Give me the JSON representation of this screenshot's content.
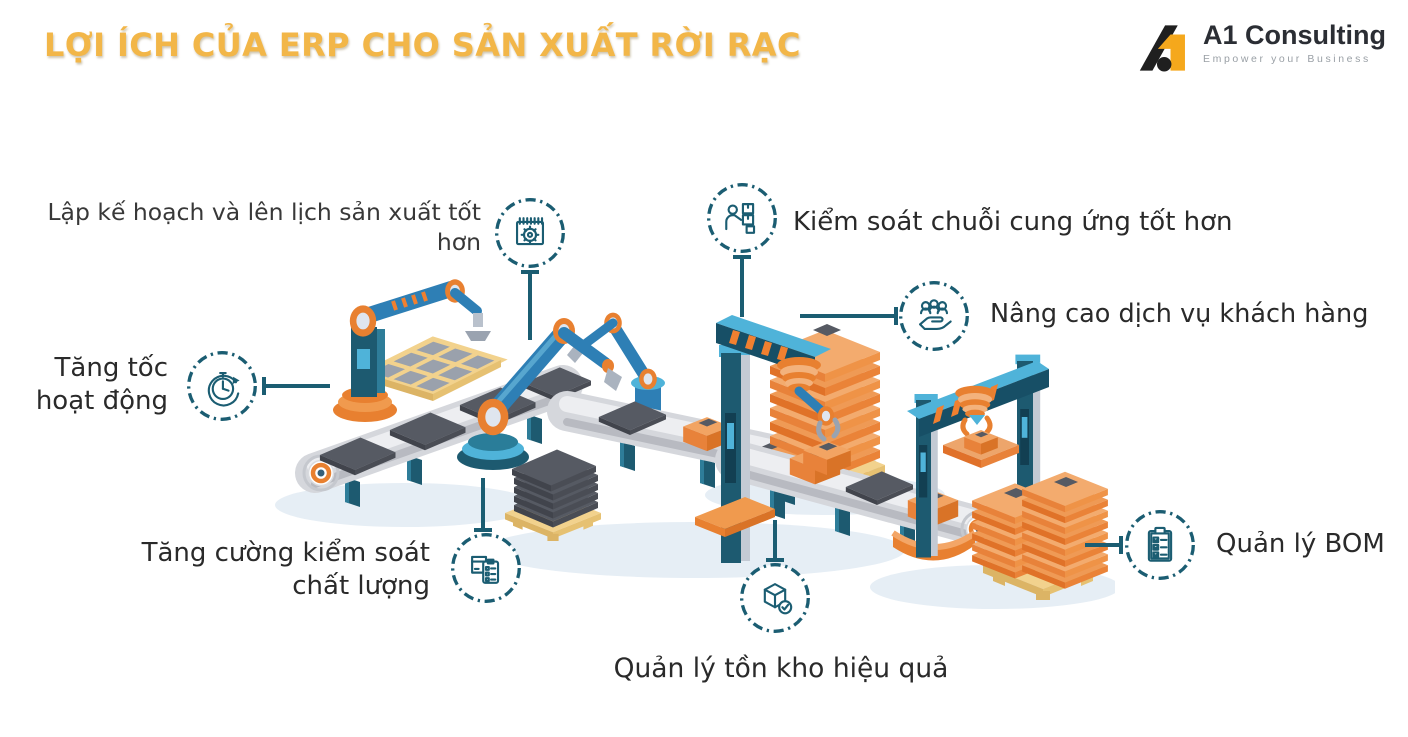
{
  "page": {
    "title": "LỢI ÍCH CỦA ERP CHO SẢN XUẤT RỜI RẠC",
    "background": "#ffffff"
  },
  "logo": {
    "name": "A1 Consulting",
    "tagline": "Empower your Business"
  },
  "colors": {
    "title_gold": "#F2B648",
    "teal": "#1B5D72",
    "orange": "#E88030",
    "logo_yellow": "#F5A81C",
    "text_dark": "#2A2A2A"
  },
  "benefits": [
    {
      "id": "planning",
      "icon": "calendar-gear-icon",
      "label": "Lập kế hoạch và lên lịch sản xuất tốt hơn",
      "lines": [
        "Lập kế hoạch và lên lịch sản xuất tốt",
        "hơn"
      ]
    },
    {
      "id": "supply-chain",
      "icon": "supply-chain-icon",
      "label": "Kiểm soát chuỗi cung ứng tốt hơn"
    },
    {
      "id": "customer-service",
      "icon": "customer-service-icon",
      "label": "Nâng cao dịch vụ khách hàng"
    },
    {
      "id": "speed",
      "icon": "stopwatch-icon",
      "label": "Tăng tốc hoạt động",
      "lines": [
        "Tăng tốc",
        "hoạt động"
      ]
    },
    {
      "id": "quality",
      "icon": "quality-control-icon",
      "label": "Tăng cường kiểm soát chất lượng",
      "lines": [
        "Tăng cường kiểm soát",
        "chất lượng"
      ]
    },
    {
      "id": "bom",
      "icon": "bom-checklist-icon",
      "label": "Quản lý BOM"
    },
    {
      "id": "inventory",
      "icon": "inventory-box-icon",
      "label": "Quản lý tồn kho hiệu quả"
    }
  ]
}
